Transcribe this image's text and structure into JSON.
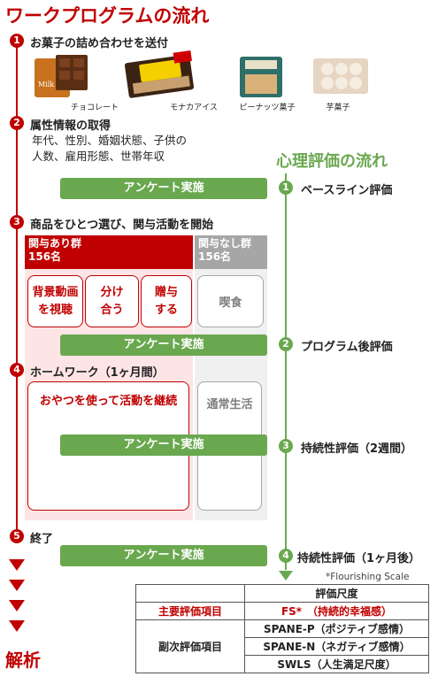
{
  "title": "ワークプログラムの流れ",
  "colors": {
    "red": "#c00000",
    "green": "#6aa84f",
    "gray": "#a6a6a6",
    "pink": "#fde5e5"
  },
  "steps": {
    "s1": {
      "num": "1",
      "label": "お菓子の詰め合わせを送付"
    },
    "s2": {
      "num": "2",
      "label": "属性情報の取得",
      "detail1": "年代、性別、婚姻状態、子供の",
      "detail2": "人数、雇用形態、世帯年収"
    },
    "s3": {
      "num": "3",
      "label": "商品をひとつ選び、関与活動を開始"
    },
    "s4": {
      "num": "4",
      "label": "ホームワーク（1ヶ月間）"
    },
    "s5": {
      "num": "5",
      "label": "終了"
    }
  },
  "products": [
    {
      "name": "チョコレート",
      "icon": "chocolate-box-icon"
    },
    {
      "name": "モナカアイス",
      "icon": "monaka-ice-icon"
    },
    {
      "name": "ピーナッツ菓子",
      "icon": "peanut-snack-icon"
    },
    {
      "name": "芋菓子",
      "icon": "potato-snack-icon"
    }
  ],
  "survey_label": "アンケート実施",
  "groups": {
    "with": {
      "name": "関与あり群",
      "count": "156名"
    },
    "without": {
      "name": "関与なし群",
      "count": "156名"
    }
  },
  "activities": {
    "a1": "背景動画\nを視聴",
    "a2": "分け\n合う",
    "a3": "贈与\nする",
    "eat": "喫食",
    "continue": "おやつを使って活動を継続",
    "normal": "通常生活"
  },
  "psych": {
    "title": "心理評価の流れ",
    "e1": {
      "num": "1",
      "label": "ベースライン評価"
    },
    "e2": {
      "num": "2",
      "label": "プログラム後評価"
    },
    "e3": {
      "num": "3",
      "label": "持続性評価（2週間）"
    },
    "e4": {
      "num": "4",
      "label": "持続性評価（1ヶ月後）"
    }
  },
  "analysis": "解析",
  "note": "*Flourishing Scale",
  "scale_table": {
    "header": "評価尺度",
    "primary_label": "主要評価項目",
    "primary_value": "FS*　（持続的幸福感）",
    "secondary_label": "副次評価項目",
    "secondary_values": [
      "SPANE-P（ポジティブ感情）",
      "SPANE-N（ネガティブ感情）",
      "SWLS（人生満足尺度）"
    ]
  }
}
